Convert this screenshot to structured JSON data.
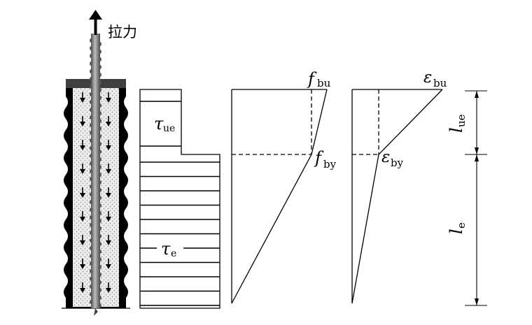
{
  "labels": {
    "pull_force": "拉力",
    "tau_ue": {
      "main": "τ",
      "sub": "ue"
    },
    "tau_e": {
      "main": "τ",
      "sub": "e"
    },
    "f_bu": {
      "main": "f",
      "sub": "bu"
    },
    "f_by": {
      "main": "f",
      "sub": "by"
    },
    "eps_bu": {
      "main": "ε",
      "sub": "bu"
    },
    "eps_by": {
      "main": "ε",
      "sub": "by"
    },
    "l_ue": {
      "main": "l",
      "sub": "ue"
    },
    "l_e": {
      "main": "l",
      "sub": "e"
    }
  },
  "colors": {
    "ink": "#000000",
    "grout": "#e6e6e6",
    "bar": "#7a7a7a",
    "cap": "#444444"
  }
}
